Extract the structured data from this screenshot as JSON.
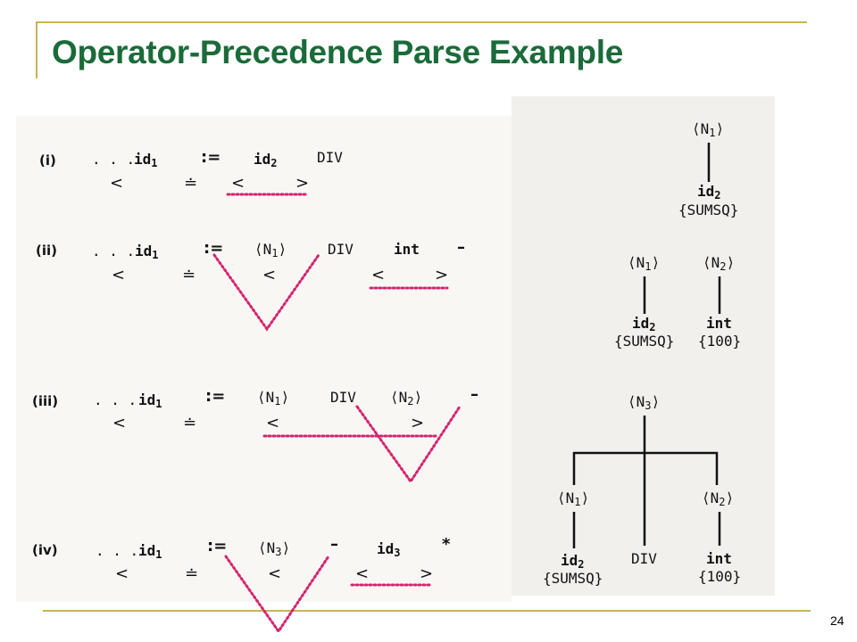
{
  "slide": {
    "title": "Operator-Precedence Parse Example",
    "page_number": "24"
  },
  "steps": [
    {
      "label": "(i)",
      "tokens": {
        "dots": ". . .",
        "id1": "id",
        "id1_sub": "1",
        "assign": ":=",
        "id2": "id",
        "id2_sub": "2",
        "div": "DIV"
      },
      "relations": {
        "lt1": "<",
        "eq": "≐",
        "lt2": "<",
        "gt": ">"
      }
    },
    {
      "label": "(ii)",
      "tokens": {
        "dots": ". . .",
        "id1": "id",
        "id1_sub": "1",
        "assign": ":=",
        "n1": "N",
        "n1_sub": "1",
        "div": "DIV",
        "int": "int",
        "minus": "–"
      },
      "relations": {
        "lt1": "<",
        "eq": "≐",
        "lt2": "<",
        "lt3": "<",
        "gt": ">"
      }
    },
    {
      "label": "(iii)",
      "tokens": {
        "dots": ". . .",
        "id1": "id",
        "id1_sub": "1",
        "assign": ":=",
        "n1": "N",
        "n1_sub": "1",
        "div": "DIV",
        "n2": "N",
        "n2_sub": "2",
        "minus": "–"
      },
      "relations": {
        "lt1": "<",
        "eq": "≐",
        "lt2": "<",
        "gt": ">"
      }
    },
    {
      "label": "(iv)",
      "tokens": {
        "dots": ". . .",
        "id1": "id",
        "id1_sub": "1",
        "assign": ":=",
        "n3": "N",
        "n3_sub": "3",
        "minus": "–",
        "id3": "id",
        "id3_sub": "3",
        "star": "*"
      },
      "relations": {
        "lt1": "<",
        "eq": "≐",
        "lt2": "<",
        "lt3": "<",
        "gt": ">"
      }
    }
  ],
  "trees": {
    "t1": {
      "root": "N",
      "root_sub": "1",
      "leaf": "id",
      "leaf_sub": "2",
      "leaf_value": "{SUMSQ}"
    },
    "t2": {
      "a_root": "N",
      "a_root_sub": "1",
      "a_leaf": "id",
      "a_leaf_sub": "2",
      "a_value": "{SUMSQ}",
      "b_root": "N",
      "b_root_sub": "2",
      "b_leaf": "int",
      "b_value": "{100}"
    },
    "t3": {
      "root": "N",
      "root_sub": "3",
      "left": "N",
      "left_sub": "1",
      "left_leaf": "id",
      "left_leaf_sub": "2",
      "left_value": "{SUMSQ}",
      "middle": "DIV",
      "right": "N",
      "right_sub": "2",
      "right_leaf": "int",
      "right_value": "{100}"
    }
  },
  "colors": {
    "title": "#1b6b3a",
    "frame": "#c9b35a",
    "dotted_annotation": "#d6246e"
  }
}
